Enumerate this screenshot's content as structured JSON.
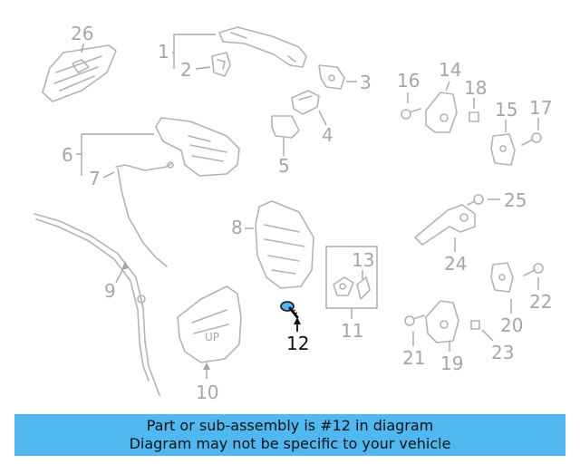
{
  "diagram": {
    "highlight_color": "#4fb8f0",
    "callouts": {
      "c1": "1",
      "c2": "2",
      "c3": "3",
      "c4": "4",
      "c5": "5",
      "c6": "6",
      "c7": "7",
      "c8": "8",
      "c9": "9",
      "c10": "10",
      "c11": "11",
      "c12": "12",
      "c13": "13",
      "c14": "14",
      "c15": "15",
      "c16": "16",
      "c17": "17",
      "c18": "18",
      "c19": "19",
      "c20": "20",
      "c21": "21",
      "c22": "22",
      "c23": "23",
      "c24": "24",
      "c25": "25",
      "c26": "26"
    },
    "highlighted_part": "12",
    "stamp_text": "UP"
  },
  "banner": {
    "line1": "Part or sub-assembly is #12 in diagram",
    "line2": "Diagram may not be specific to your vehicle",
    "background": "#4fb8f0"
  }
}
